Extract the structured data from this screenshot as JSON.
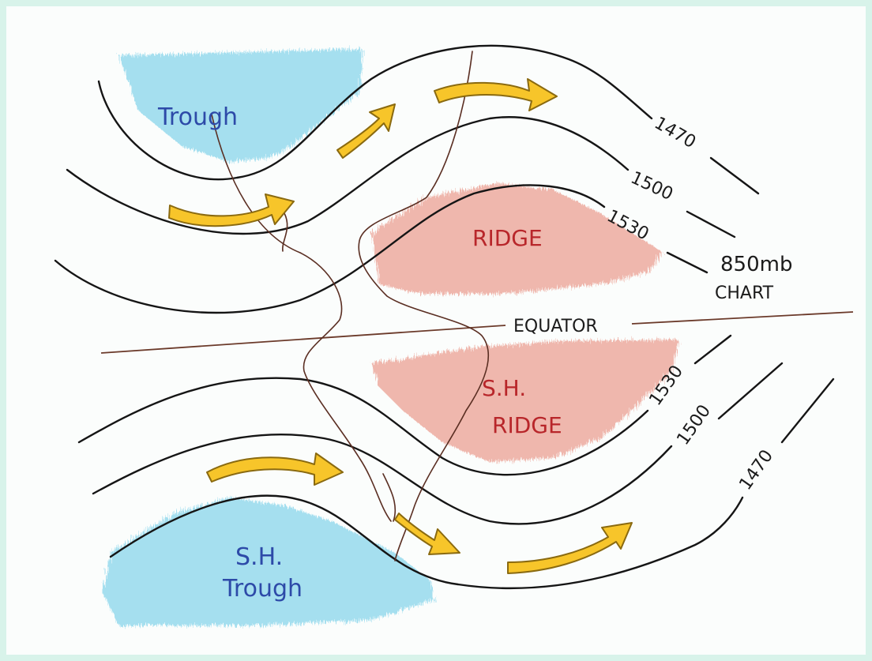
{
  "labels": {
    "trough": "Trough",
    "ridge": "RIDGE",
    "equator": "EQUATOR",
    "chart_line1": "850mb",
    "chart_line2": "CHART",
    "sh_ridge_line1": "S.H.",
    "sh_ridge_line2": "RIDGE",
    "sh_trough_line1": "S.H.",
    "sh_trough_line2": "Trough"
  },
  "contours": {
    "north": [
      "1470",
      "1500",
      "1530"
    ],
    "south": [
      "1530",
      "1500",
      "1470"
    ]
  },
  "colors": {
    "trough": "#5ec8e6",
    "ridge": "#e88a7a",
    "arrow_fill": "#f7c52a",
    "arrow_outline": "#8a6a10",
    "contour": "#151515",
    "equator": "#6b3a2a",
    "tropopause": "#5a2e22"
  }
}
